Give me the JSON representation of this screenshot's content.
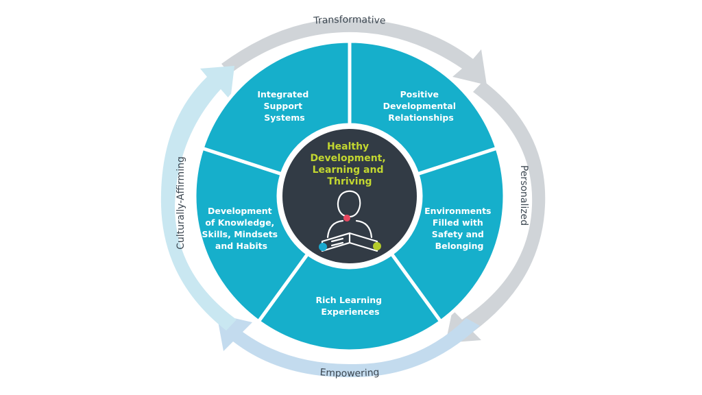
{
  "colors": {
    "segment": "#16afcb",
    "segment_divider": "#ffffff",
    "center_bg": "#323b45",
    "center_text": "#c3d730",
    "arrow_gray": "#d0d4d8",
    "arrow_light_blue": "#c9e7f1",
    "arrow_pale_blue": "#c3dbee",
    "dot_pink": "#e8475f",
    "dot_blue": "#1aa9cf",
    "dot_green": "#b5cc2c",
    "ring_text": "#3b4650"
  },
  "center": {
    "lines": [
      "Healthy",
      "Development,",
      "Learning and",
      "Thriving"
    ],
    "icon": "person-reading-icon"
  },
  "segments": [
    {
      "lines": [
        "Integrated",
        "Support",
        "Systems"
      ]
    },
    {
      "lines": [
        "Positive",
        "Developmental",
        "Relationships"
      ]
    },
    {
      "lines": [
        "Environments",
        "Filled with",
        "Safety and",
        "Belonging"
      ]
    },
    {
      "lines": [
        "Rich Learning",
        "Experiences"
      ]
    },
    {
      "lines": [
        "Development",
        "of Knowledge,",
        "Skills, Mindsets",
        "and Habits"
      ]
    }
  ],
  "ring": {
    "top": "Transformative",
    "right": "Personalized",
    "bottom": "Empowering",
    "left": "Culturally-Affirming"
  }
}
